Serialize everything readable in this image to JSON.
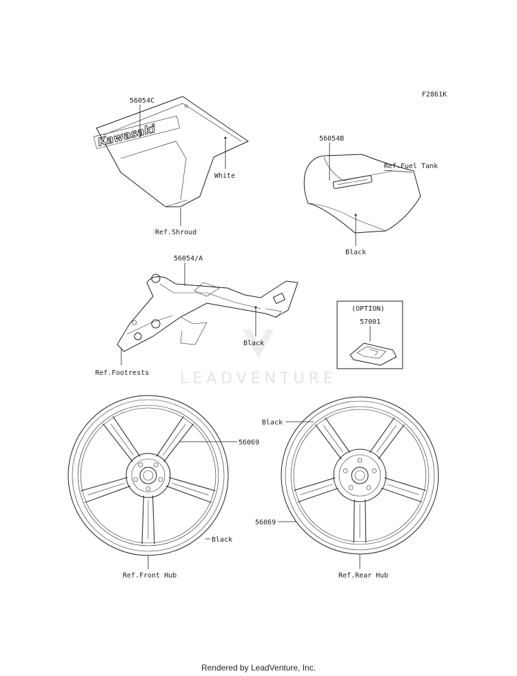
{
  "figure_code": "F2861K",
  "watermark": "LEADVENTURE",
  "footer": "Rendered by LeadVenture, Inc.",
  "logo_text": "Kawasaki",
  "callouts": {
    "shroud_part": "56054C",
    "shroud_color": "White",
    "shroud_ref": "Ref.Shroud",
    "tank_part": "56054B",
    "tank_ref": "Ref.Fuel Tank",
    "tank_color": "Black",
    "frame_part": "56054/A",
    "frame_color": "Black",
    "frame_ref": "Ref.Footrests",
    "option_label": "(OPTION)",
    "option_part": "57001",
    "front_wheel_part": "56069",
    "front_wheel_color": "Black",
    "front_wheel_ref": "Ref.Front Hub",
    "rear_wheel_color": "Black",
    "rear_wheel_part": "56069",
    "rear_wheel_ref": "Ref.Rear Hub"
  }
}
